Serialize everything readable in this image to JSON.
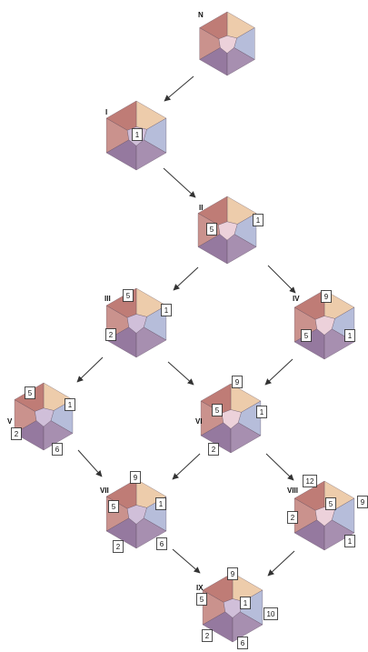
{
  "stages": [
    {
      "id": "N",
      "label": "N",
      "tags": []
    },
    {
      "id": "I",
      "label": "I",
      "tags": [
        "1"
      ]
    },
    {
      "id": "II",
      "label": "II",
      "tags": [
        "5",
        "1"
      ]
    },
    {
      "id": "III",
      "label": "III",
      "tags": [
        "5",
        "1",
        "2"
      ]
    },
    {
      "id": "IV",
      "label": "IV",
      "tags": [
        "9",
        "5",
        "1"
      ]
    },
    {
      "id": "V",
      "label": "V",
      "tags": [
        "5",
        "1",
        "2",
        "6"
      ]
    },
    {
      "id": "VI",
      "label": "VI",
      "tags": [
        "9",
        "5",
        "1",
        "2"
      ]
    },
    {
      "id": "VII",
      "label": "VII",
      "tags": [
        "9",
        "5",
        "1",
        "2",
        "6"
      ]
    },
    {
      "id": "VIII",
      "label": "VIII",
      "tags": [
        "12",
        "5",
        "9",
        "2",
        "1"
      ]
    },
    {
      "id": "IX",
      "label": "IX",
      "tags": [
        "9",
        "5",
        "1",
        "10",
        "2",
        "6"
      ]
    }
  ],
  "arrows": [
    [
      "N",
      "I"
    ],
    [
      "I",
      "II"
    ],
    [
      "II",
      "III"
    ],
    [
      "II",
      "IV"
    ],
    [
      "III",
      "V"
    ],
    [
      "III",
      "VI"
    ],
    [
      "IV",
      "VI"
    ],
    [
      "V",
      "VII"
    ],
    [
      "VI",
      "VII"
    ],
    [
      "VI",
      "VIII"
    ],
    [
      "VII",
      "IX"
    ],
    [
      "VIII",
      "IX"
    ]
  ],
  "colors": {
    "red": "#b86e67",
    "peach": "#ecc9a6",
    "blue": "#aeb6d6",
    "purple": "#8a6a95",
    "lightpurple": "#c8b4d2",
    "pink": "#e9c9d3",
    "edge": "#333333"
  }
}
